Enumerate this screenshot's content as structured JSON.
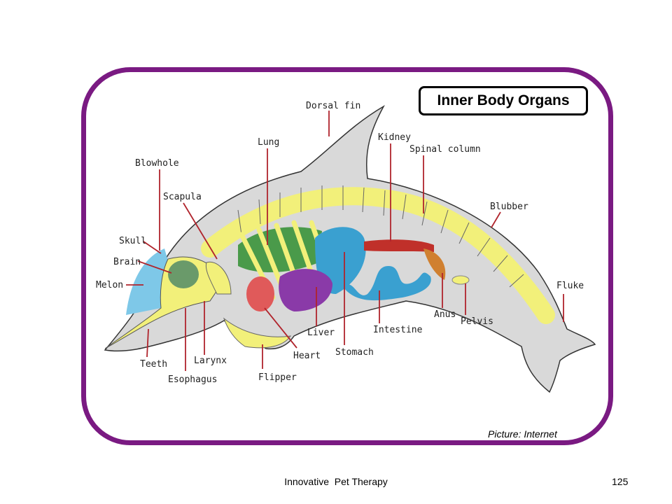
{
  "title": "Inner Body Organs",
  "credit": "Picture: Internet",
  "footer": {
    "text": "Innovative  Pet Therapy",
    "page": "125"
  },
  "labels": {
    "dorsal_fin": "Dorsal fin",
    "lung": "Lung",
    "kidney": "Kidney",
    "spinal_column": "Spinal column",
    "blowhole": "Blowhole",
    "scapula": "Scapula",
    "blubber": "Blubber",
    "skull": "Skull",
    "brain": "Brain",
    "melon": "Melon",
    "fluke": "Fluke",
    "anus": "Anus",
    "pelvis": "Pelvis",
    "liver": "Liver",
    "intestine": "Intestine",
    "teeth": "Teeth",
    "larynx": "Larynx",
    "heart": "Heart",
    "stomach": "Stomach",
    "esophagus": "Esophagus",
    "flipper": "Flipper"
  },
  "colors": {
    "frame": "#7a1a82",
    "body": "#d9d9d9",
    "skeleton": "#f2f07a",
    "melon": "#7ec8e8",
    "lung": "#4a9a4a",
    "stomach": "#3aa0d0",
    "liver": "#8a3aa8",
    "heart": "#e05a5a",
    "kidney": "#c0302a",
    "intestine": "#3aa0d0",
    "leader": "#b0242c"
  }
}
